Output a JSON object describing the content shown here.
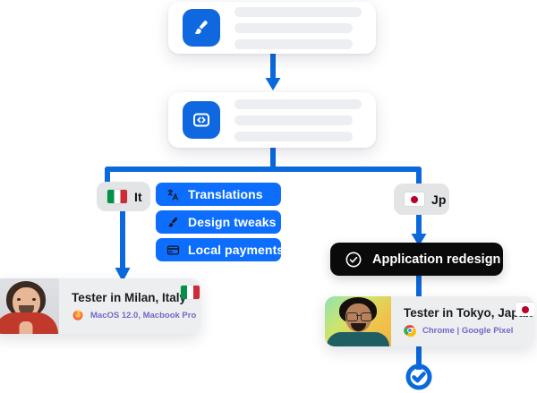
{
  "theme": {
    "accent_blue": "#0d6efd",
    "connector_blue": "#0b69dd",
    "pill_black": "#0a0a0a",
    "badge_grey": "#e3e4e6",
    "card_grey": "#eceef0",
    "skeleton_grey": "#eceef1",
    "meta_purple": "#6f6ac7"
  },
  "flow": {
    "cards": [
      {
        "id": "design-card",
        "icon": "paintbrush-icon",
        "icon_color": "#1068e0",
        "lines": 3
      },
      {
        "id": "code-card",
        "icon": "code-brackets-icon",
        "icon_color": "#1068e0",
        "lines": 3
      }
    ],
    "branch_badges": [
      {
        "id": "it",
        "flag": "italy-flag",
        "label": "It"
      },
      {
        "id": "jp",
        "flag": "japan-flag",
        "label": "Jp"
      }
    ],
    "chips": [
      {
        "icon": "translate-icon",
        "label": "Translations"
      },
      {
        "icon": "paintbrush-icon",
        "label": "Design tweaks"
      },
      {
        "icon": "credit-card-icon",
        "label": "Local payments"
      }
    ],
    "task_pill": {
      "icon": "check-circle-icon",
      "label": "Application redesign"
    },
    "testers": [
      {
        "id": "milan",
        "name": "Tester in Milan, Italy",
        "browser_icon": "firefox-icon",
        "meta": "MacOS 12.0, Macbook Pro",
        "flag": "italy-flag"
      },
      {
        "id": "tokyo",
        "name": "Tester in Tokyo, Japan",
        "browser_icon": "chrome-icon",
        "meta": "Chrome | Google Pixel",
        "flag": "japan-flag"
      }
    ],
    "end_node": {
      "icon": "check-circle-icon"
    }
  }
}
